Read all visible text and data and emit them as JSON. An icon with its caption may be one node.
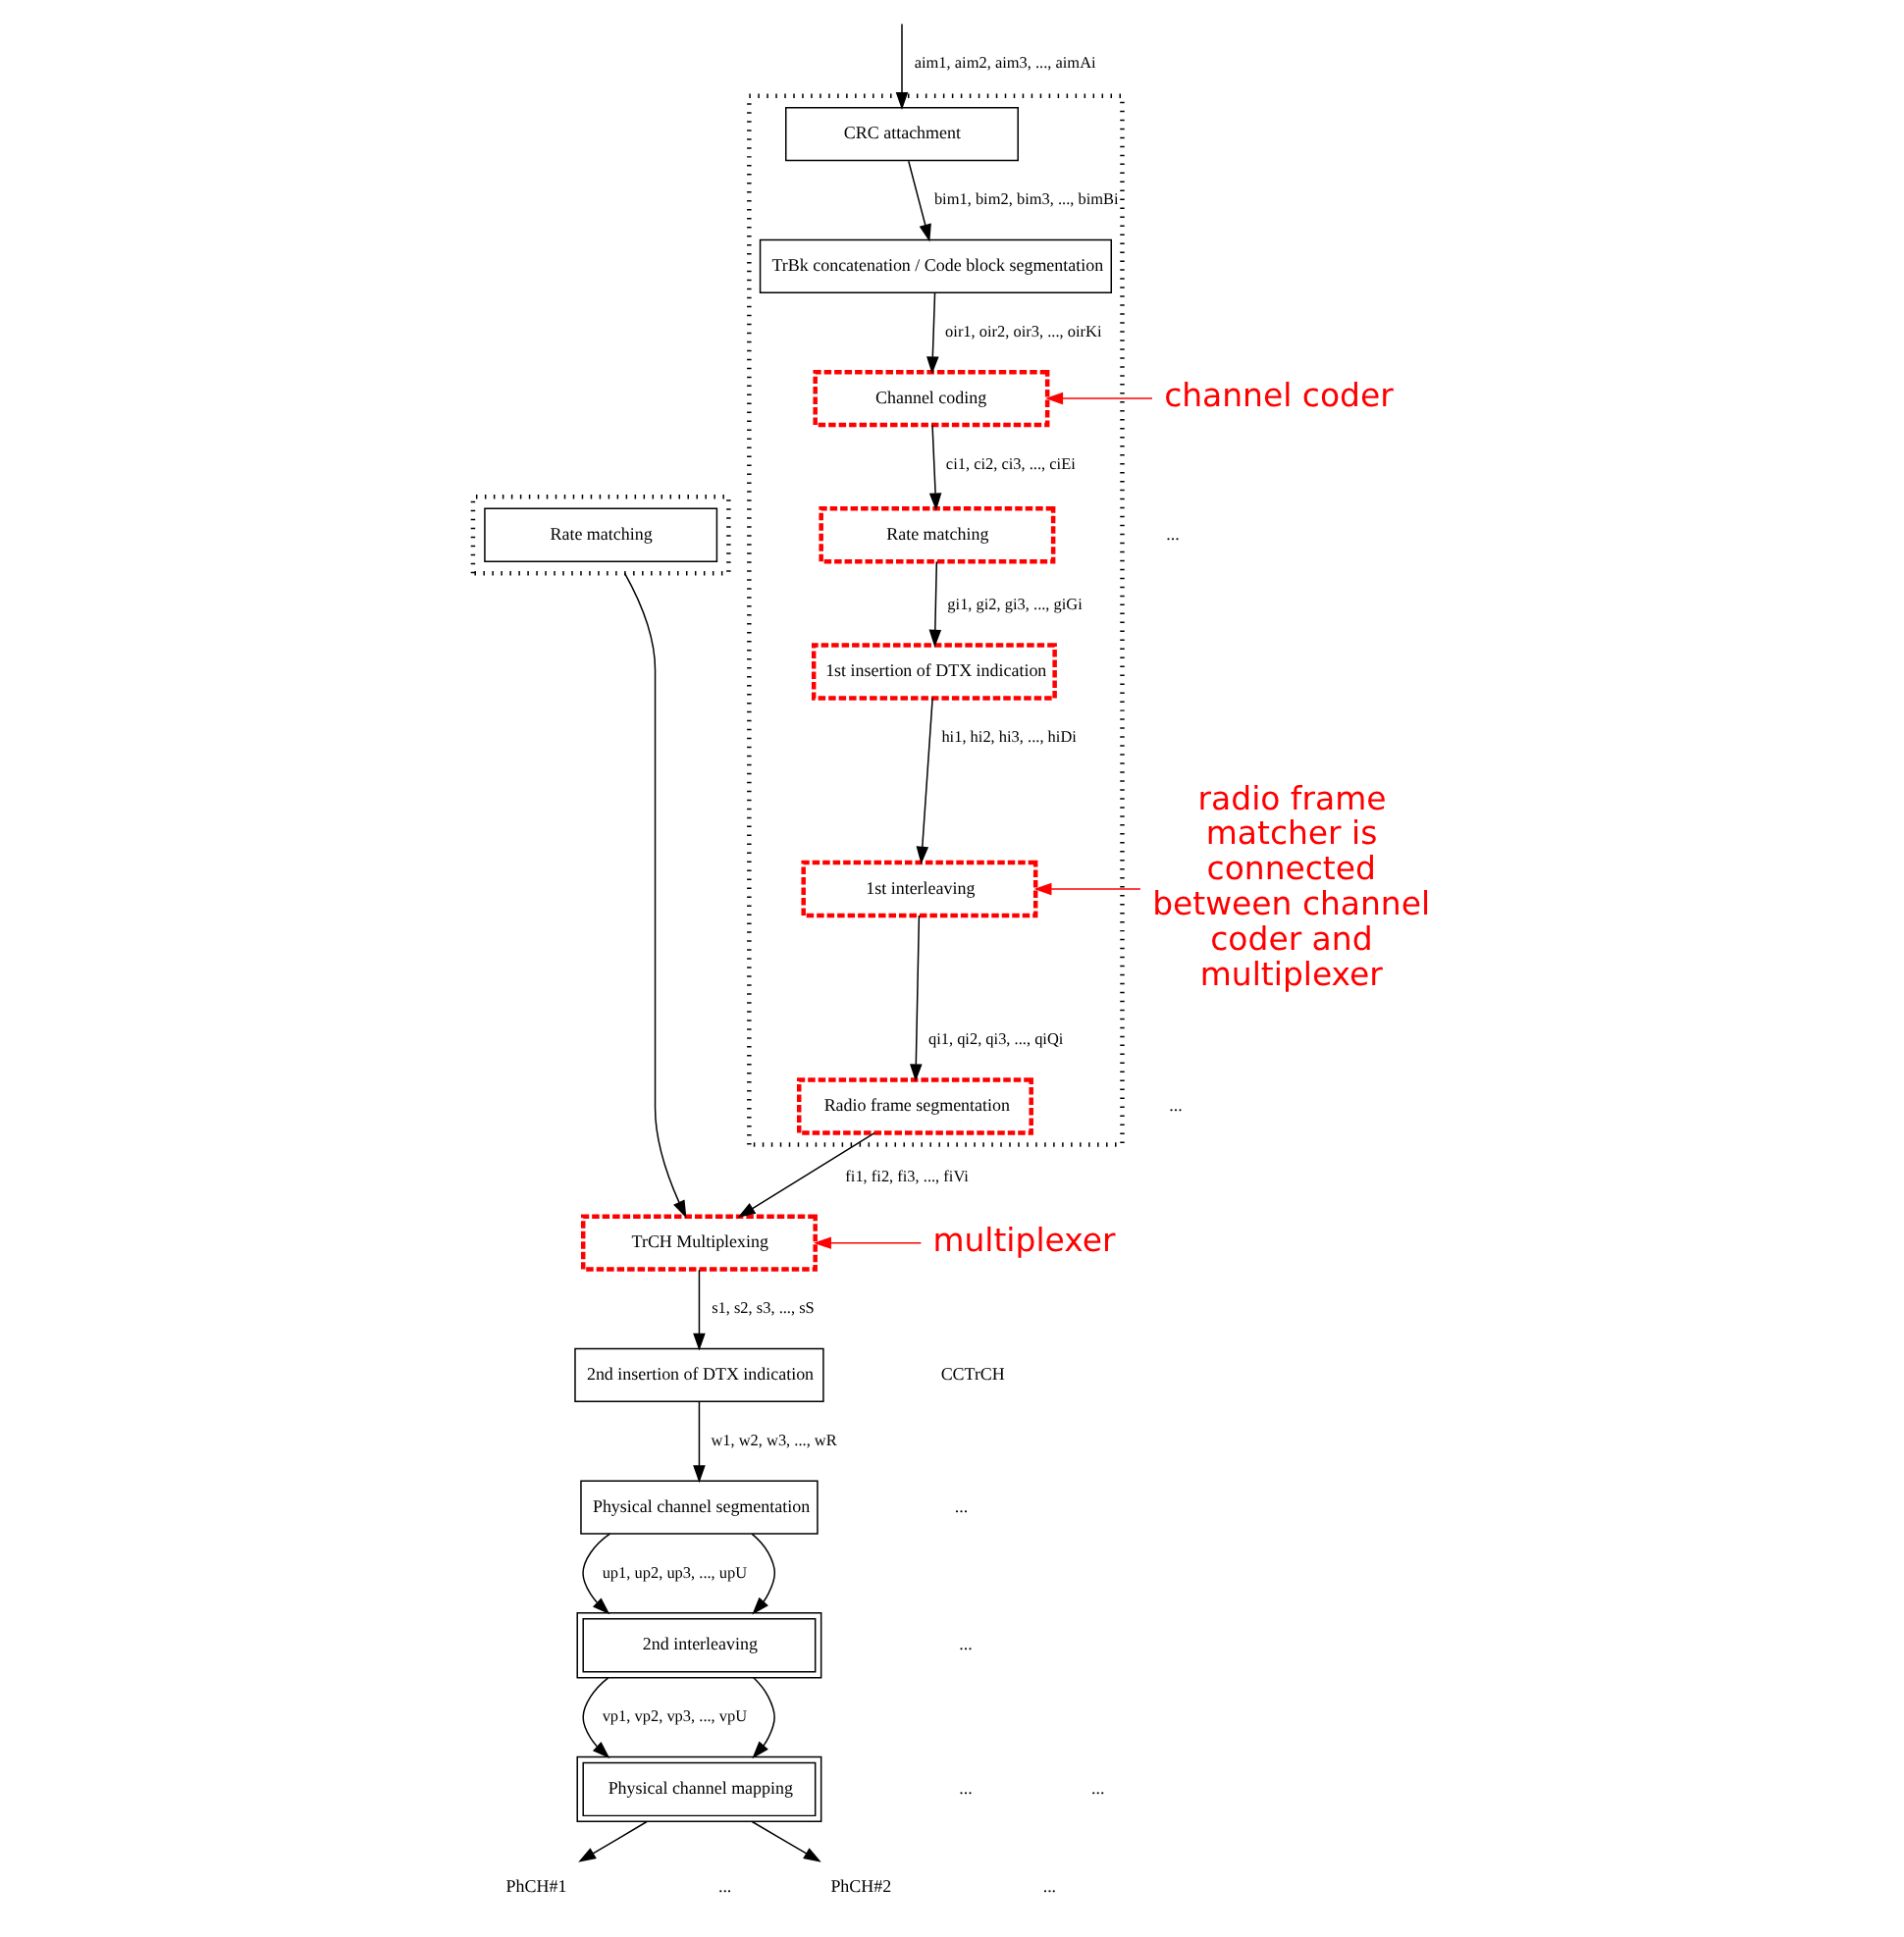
{
  "diagram": {
    "nodes": [
      {
        "text": [],
        "shape": "box"
      },
      {
        "text": [
          "CRC attachment"
        ],
        "in": 0
      },
      {
        "text": [
          "TrBk concatenation / Code block segmentation"
        ],
        "in": 0
      },
      {
        "text": [
          "Channel coding"
        ],
        "in": 0
      },
      {
        "text": [
          "Rate matching"
        ],
        "in": 0
      },
      {
        "text": [
          "1st insertion of DTX indication"
        ],
        "in": 0
      },
      {
        "text": [
          "1st interleaving"
        ],
        "in": 0
      },
      {
        "text": [
          "Radio frame segmentation"
        ],
        "in": 0
      },
      {
        "text": [],
        "shape": "box"
      },
      {
        "text": [
          "Rate matching"
        ],
        "in": 8
      },
      {
        "text": [
          "TrCH Multiplexing"
        ]
      },
      {
        "text": [
          "2nd insertion of DTX indication"
        ]
      },
      {
        "text": [
          "Physical channel segmentation"
        ]
      },
      {
        "text": [
          "2nd interleaving"
        ]
      },
      {
        "text": [
          "Physical channel mapping"
        ]
      },
      {
        "text": [
          "PhCH#1"
        ]
      },
      {
        "text": [
          "PhCH#2"
        ]
      },
      {
        "text": [
          "channel coder"
        ]
      },
      {
        "text": [
          "radio frame matcher is connected between channel coder and multiplexer"
        ]
      },
      {
        "text": [
          "multiplexer"
        ]
      }
    ],
    "edges": [
      {
        "from": null,
        "to": 1,
        "arrow": "to",
        "label": "aim1, aim2, aim3, ..., aimAi"
      },
      {
        "from": 1,
        "to": 2,
        "arrow": "to",
        "label": "bim1, bim2, bim3, ..., bimBi"
      },
      {
        "from": 2,
        "to": 3,
        "arrow": "to",
        "label": "oir1, oir2, oir3, ..., oirKi"
      },
      {
        "from": 3,
        "to": 4,
        "arrow": "to",
        "label": "ci1, ci2, ci3, ..., ciEi"
      },
      {
        "from": 4,
        "to": 5,
        "arrow": "to",
        "label": "gi1, gi2, gi3, ..., giGi"
      },
      {
        "from": 5,
        "to": 6,
        "arrow": "to",
        "label": "hi1, hi2, hi3, ..., hiDi"
      },
      {
        "from": 6,
        "to": 7,
        "arrow": "to",
        "label": "qi1, qi2, qi3, ..., qiQi"
      },
      {
        "from": 7,
        "to": 10,
        "arrow": "to",
        "label": "fi1, fi2, fi3, ..., fiVi"
      },
      {
        "from": 8,
        "to": 10,
        "arrow": "to"
      },
      {
        "from": 10,
        "to": 11,
        "arrow": "to",
        "label": "s1, s2, s3, ..., sS"
      },
      {
        "from": 11,
        "to": 12,
        "arrow": "to",
        "label": "w1, w2, w3, ..., wR"
      },
      {
        "from": 12,
        "to": 13,
        "arrow": "to",
        "label": "up1, up2, up3, ..., upU"
      },
      {
        "from": 12,
        "to": 13,
        "arrow": "to"
      },
      {
        "from": 13,
        "to": 14,
        "arrow": "to",
        "label": "vp1, vp2, vp3, ..., vpU"
      },
      {
        "from": 13,
        "to": 14,
        "arrow": "to"
      },
      {
        "from": 14,
        "to": 15,
        "arrow": "to"
      },
      {
        "from": 14,
        "to": 16,
        "arrow": "to"
      },
      {
        "from": 17,
        "to": 3,
        "arrow": "to",
        "color": "#ff0000"
      },
      {
        "from": 18,
        "to": 6,
        "arrow": "to",
        "color": "#ff0000"
      },
      {
        "from": 19,
        "to": 10,
        "arrow": "to",
        "color": "#ff0000"
      }
    ],
    "labels": [
      "...",
      "...",
      "CCTrCH",
      "...",
      "...",
      "...",
      "...",
      "...",
      "..."
    ]
  }
}
